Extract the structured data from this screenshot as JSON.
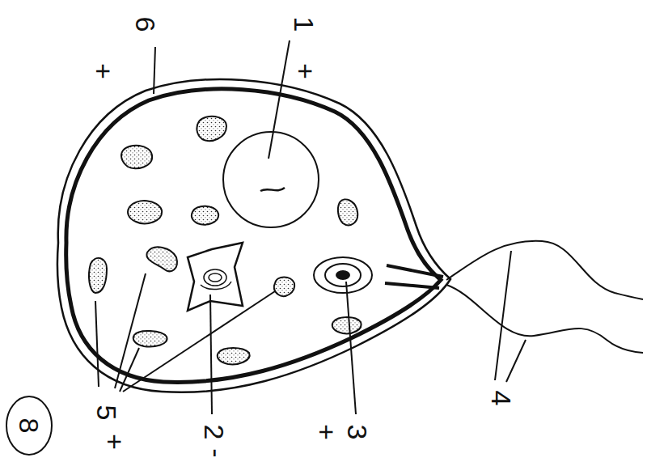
{
  "diagram": {
    "nodes": [
      {
        "text": [
          "8"
        ]
      }
    ],
    "labels": [
      "6",
      "+",
      "1",
      "+",
      "5",
      "+",
      "2",
      "-",
      "3",
      "+",
      "4"
    ]
  }
}
